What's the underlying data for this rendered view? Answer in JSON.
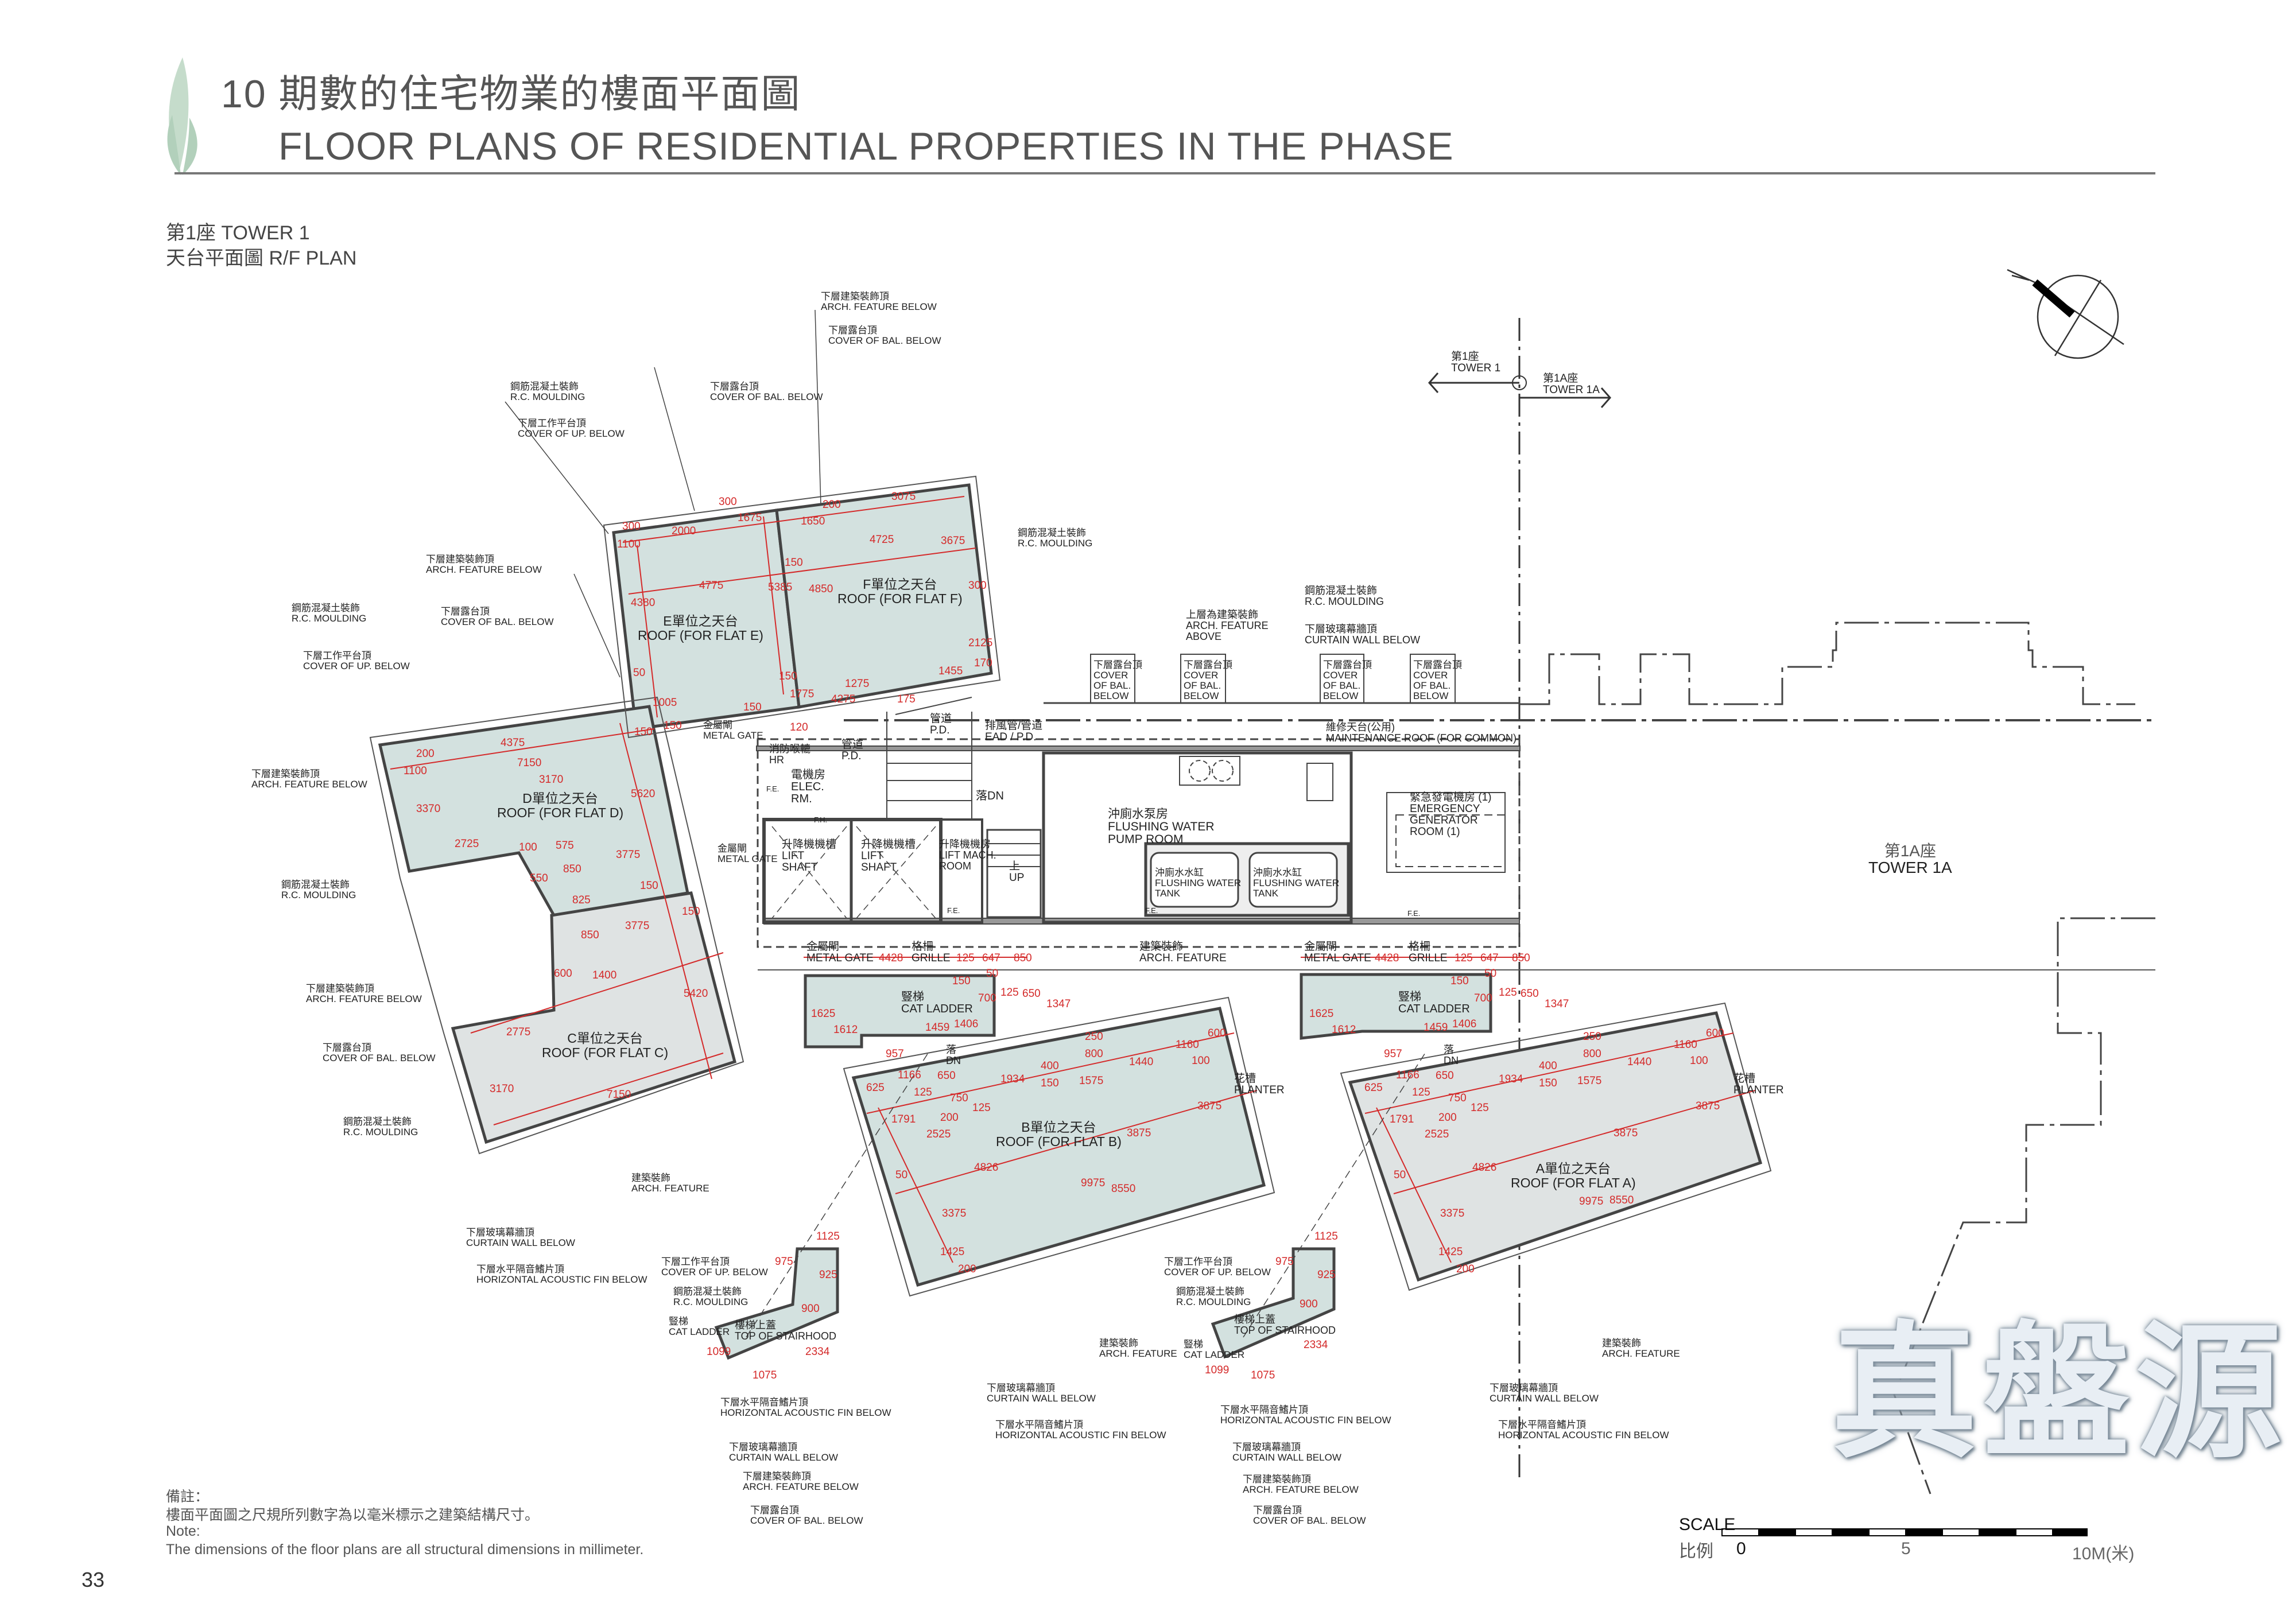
{
  "header": {
    "title_cn": "10 期數的住宅物業的樓面平面圖",
    "title_en": "FLOOR PLANS OF RESIDENTIAL PROPERTIES IN THE PHASE",
    "accent_color": "#c5dccb"
  },
  "plan": {
    "tower": "第1座 TOWER 1",
    "plan_name": "天台平面圖 R/F PLAN",
    "roof_fill_color": "#d3e1df",
    "dimension_color": "#d42a2a"
  },
  "tower_marker": {
    "left_cn": "第1座",
    "left_en": "TOWER 1",
    "right_cn": "第1A座",
    "right_en": "TOWER 1A"
  },
  "tower_1a": {
    "cn": "第1A座",
    "en": "TOWER 1A"
  },
  "flats": [
    {
      "cn": "E單位之天台",
      "en": "ROOF (FOR FLAT E)"
    },
    {
      "cn": "F單位之天台",
      "en": "ROOF (FOR FLAT F)"
    },
    {
      "cn": "D單位之天台",
      "en": "ROOF (FOR FLAT D)"
    },
    {
      "cn": "C單位之天台",
      "en": "ROOF (FOR FLAT C)"
    },
    {
      "cn": "B單位之天台",
      "en": "ROOF (FOR FLAT B)"
    },
    {
      "cn": "A單位之天台",
      "en": "ROOF (FOR FLAT A)"
    }
  ],
  "labels": [
    {
      "lines": [
        "消防喉轆",
        "HR"
      ]
    },
    {
      "lines": [
        "電機房",
        "ELEC.",
        "RM."
      ]
    },
    {
      "lines": [
        "管道",
        "P.D."
      ]
    },
    {
      "lines": [
        "管道",
        "P.D."
      ]
    },
    {
      "lines": [
        "排風管/管道",
        "EAD / P.D."
      ]
    },
    {
      "lines": [
        "落DN"
      ]
    },
    {
      "lines": [
        "升降機機槽",
        "LIFT",
        "SHAFT"
      ]
    },
    {
      "lines": [
        "升降機機槽",
        "LIFT",
        "SHAFT"
      ]
    },
    {
      "lines": [
        "升降機機房",
        "LIFT MACH.",
        "ROOM"
      ]
    },
    {
      "lines": [
        "上",
        "UP"
      ]
    },
    {
      "lines": [
        "沖廁水泵房",
        "FLUSHING WATER",
        "PUMP ROOM"
      ]
    },
    {
      "lines": [
        "沖廁水水缸",
        "FLUSHING WATER",
        "TANK"
      ]
    },
    {
      "lines": [
        "沖廁水水缸",
        "FLUSHING WATER",
        "TANK"
      ]
    },
    {
      "lines": [
        "緊急發電機房 (1)",
        "EMERGENCY",
        "GENERATOR",
        "ROOM (1)"
      ]
    },
    {
      "lines": [
        "維修天台(公用)",
        "MAINTENANCE ROOF (FOR COMMON)"
      ]
    },
    {
      "lines": [
        "下層露台頂",
        "COVER",
        "OF BAL.",
        "BELOW"
      ]
    },
    {
      "lines": [
        "下層露台頂",
        "COVER",
        "OF BAL.",
        "BELOW"
      ]
    },
    {
      "lines": [
        "下層露台頂",
        "COVER",
        "OF BAL.",
        "BELOW"
      ]
    },
    {
      "lines": [
        "下層露台頂",
        "COVER",
        "OF BAL.",
        "BELOW"
      ]
    },
    {
      "lines": [
        "上層為建築裝飾",
        "ARCH. FEATURE",
        "ABOVE"
      ]
    },
    {
      "lines": [
        "鋼筋混凝土裝飾",
        "R.C. MOULDING"
      ]
    },
    {
      "lines": [
        "下層玻璃幕牆頂",
        "CURTAIN WALL BELOW"
      ]
    },
    {
      "lines": [
        "金屬閘",
        "METAL GATE"
      ]
    },
    {
      "lines": [
        "格柵",
        "GRILLE"
      ]
    },
    {
      "lines": [
        "建築裝飾",
        "ARCH. FEATURE"
      ]
    },
    {
      "lines": [
        "金屬閘",
        "METAL GATE"
      ]
    },
    {
      "lines": [
        "格柵",
        "GRILLE"
      ]
    },
    {
      "lines": [
        "金屬閘",
        "METAL GATE"
      ]
    },
    {
      "lines": [
        "金屬閘",
        "METAL GATE"
      ]
    },
    {
      "lines": [
        "豎梯",
        "CAT LADDER"
      ]
    },
    {
      "lines": [
        "豎梯",
        "CAT LADDER"
      ]
    },
    {
      "lines": [
        "花槽",
        "PLANTER"
      ]
    },
    {
      "lines": [
        "花槽",
        "PLANTER"
      ]
    },
    {
      "lines": [
        "樓梯上蓋",
        "TOP OF STAIRHOOD"
      ]
    },
    {
      "lines": [
        "樓梯上蓋",
        "TOP OF STAIRHOOD"
      ]
    },
    {
      "lines": [
        "落",
        "DN"
      ]
    },
    {
      "lines": [
        "落",
        "DN"
      ]
    },
    {
      "lines": [
        "F.E."
      ]
    },
    {
      "lines": [
        "F.H."
      ]
    },
    {
      "lines": [
        "F.E."
      ]
    },
    {
      "lines": [
        "F.E."
      ]
    },
    {
      "lines": [
        "F.E."
      ]
    }
  ],
  "callouts": [
    {
      "cn": "下層建築裝飾頂",
      "en": "ARCH. FEATURE BELOW"
    },
    {
      "cn": "下層露台頂",
      "en": "COVER OF BAL. BELOW"
    },
    {
      "cn": "鋼筋混凝土裝飾",
      "en": "R.C. MOULDING"
    },
    {
      "cn": "下層露台頂",
      "en": "COVER OF BAL. BELOW"
    },
    {
      "cn": "下層工作平台頂",
      "en": "COVER OF UP. BELOW"
    },
    {
      "cn": "鋼筋混凝土裝飾",
      "en": "R.C. MOULDING"
    },
    {
      "cn": "下層建築裝飾頂",
      "en": "ARCH. FEATURE BELOW"
    },
    {
      "cn": "下層露台頂",
      "en": "COVER OF BAL. BELOW"
    },
    {
      "cn": "鋼筋混凝土裝飾",
      "en": "R.C. MOULDING"
    },
    {
      "cn": "下層工作平台頂",
      "en": "COVER OF UP. BELOW"
    },
    {
      "cn": "下層建築裝飾頂",
      "en": "ARCH. FEATURE BELOW"
    },
    {
      "cn": "鋼筋混凝土裝飾",
      "en": "R.C. MOULDING"
    },
    {
      "cn": "下層建築裝飾頂",
      "en": "ARCH. FEATURE BELOW"
    },
    {
      "cn": "下層露台頂",
      "en": "COVER OF BAL. BELOW"
    },
    {
      "cn": "鋼筋混凝土裝飾",
      "en": "R.C. MOULDING"
    },
    {
      "cn": "建築裝飾",
      "en": "ARCH. FEATURE"
    },
    {
      "cn": "下層玻璃幕牆頂",
      "en": "CURTAIN WALL BELOW"
    },
    {
      "cn": "下層水平隔音鰭片頂",
      "en": "HORIZONTAL ACOUSTIC FIN BELOW"
    },
    {
      "cn": "下層工作平台頂",
      "en": "COVER OF UP. BELOW"
    },
    {
      "cn": "鋼筋混凝土裝飾",
      "en": "R.C. MOULDING"
    },
    {
      "cn": "豎梯",
      "en": "CAT LADDER"
    },
    {
      "cn": "下層水平隔音鰭片頂",
      "en": "HORIZONTAL ACOUSTIC FIN BELOW"
    },
    {
      "cn": "下層玻璃幕牆頂",
      "en": "CURTAIN WALL BELOW"
    },
    {
      "cn": "下層建築裝飾頂",
      "en": "ARCH. FEATURE BELOW"
    },
    {
      "cn": "下層露台頂",
      "en": "COVER OF BAL. BELOW"
    },
    {
      "cn": "下層玻璃幕牆頂",
      "en": "CURTAIN WALL BELOW"
    },
    {
      "cn": "下層水平隔音鰭片頂",
      "en": "HORIZONTAL ACOUSTIC FIN BELOW"
    },
    {
      "cn": "建築裝飾",
      "en": "ARCH. FEATURE"
    },
    {
      "cn": "下層工作平台頂",
      "en": "COVER OF UP. BELOW"
    },
    {
      "cn": "鋼筋混凝土裝飾",
      "en": "R.C. MOULDING"
    },
    {
      "cn": "豎梯",
      "en": "CAT LADDER"
    },
    {
      "cn": "下層水平隔音鰭片頂",
      "en": "HORIZONTAL ACOUSTIC FIN BELOW"
    },
    {
      "cn": "下層玻璃幕牆頂",
      "en": "CURTAIN WALL BELOW"
    },
    {
      "cn": "下層建築裝飾頂",
      "en": "ARCH. FEATURE BELOW"
    },
    {
      "cn": "下層露台頂",
      "en": "COVER OF BAL. BELOW"
    },
    {
      "cn": "下層玻璃幕牆頂",
      "en": "CURTAIN WALL BELOW"
    },
    {
      "cn": "下層水平隔音鰭片頂",
      "en": "HORIZONTAL ACOUSTIC FIN BELOW"
    },
    {
      "cn": "建築裝飾",
      "en": "ARCH. FEATURE"
    }
  ],
  "dimensions": {
    "flat_e": [
      "300",
      "1675",
      "2000",
      "300",
      "1100",
      "4775",
      "4380",
      "5385",
      "150",
      "1005",
      "150",
      "50",
      "150"
    ],
    "flat_f": [
      "200",
      "1650",
      "3075",
      "4725",
      "3675",
      "150",
      "4850",
      "300",
      "2125",
      "170",
      "1455",
      "1775",
      "4275",
      "1275",
      "175",
      "120"
    ],
    "flat_d": [
      "200",
      "1100",
      "4375",
      "7150",
      "3170",
      "150",
      "3370",
      "5620",
      "2725",
      "100",
      "575",
      "3775",
      "850",
      "550",
      "150",
      "825"
    ],
    "flat_c": [
      "850",
      "3775",
      "150",
      "600",
      "1400",
      "5420",
      "2775",
      "3170",
      "7150"
    ],
    "flat_b": [
      "4428",
      "125",
      "647",
      "850",
      "150",
      "50",
      "1625",
      "1612",
      "1406",
      "700",
      "125",
      "650",
      "1347",
      "1459",
      "957",
      "1166",
      "625",
      "125",
      "650",
      "1934",
      "400",
      "150",
      "1575",
      "1440",
      "1160",
      "600",
      "100",
      "250",
      "800",
      "750",
      "125",
      "200",
      "1791",
      "2525",
      "3875",
      "3875",
      "4826",
      "50",
      "9975",
      "8550",
      "3375",
      "1425",
      "200",
      "1125",
      "975",
      "925",
      "900",
      "2334",
      "1099",
      "1075"
    ],
    "flat_a": [
      "4428",
      "125",
      "647",
      "850",
      "150",
      "50",
      "1625",
      "1612",
      "1406",
      "700",
      "125",
      "650",
      "1347",
      "1459",
      "957",
      "1166",
      "625",
      "125",
      "650",
      "1934",
      "400",
      "150",
      "1575",
      "1440",
      "1160",
      "600",
      "100",
      "250",
      "800",
      "750",
      "125",
      "200",
      "1791",
      "2525",
      "3875",
      "3875",
      "4826",
      "50",
      "9975",
      "8550",
      "3375",
      "1425",
      "200",
      "1125",
      "975",
      "925",
      "900",
      "2334",
      "1099",
      "1075"
    ]
  },
  "notes": {
    "heading_cn": "備註：",
    "text_cn": "樓面平面圖之尺規所列數字為以毫米標示之建築結構尺寸。",
    "heading_en": "Note:",
    "text_en": "The dimensions of the floor plans are all structural dimensions in millimeter."
  },
  "scale": {
    "label_en": "SCALE",
    "label_cn": "比例",
    "tick_0": "0",
    "tick_5": "5",
    "tick_10": "10M(米)"
  },
  "page_number": "33",
  "watermark": "真盤源",
  "compass": {
    "icon": "north-arrow-icon"
  }
}
